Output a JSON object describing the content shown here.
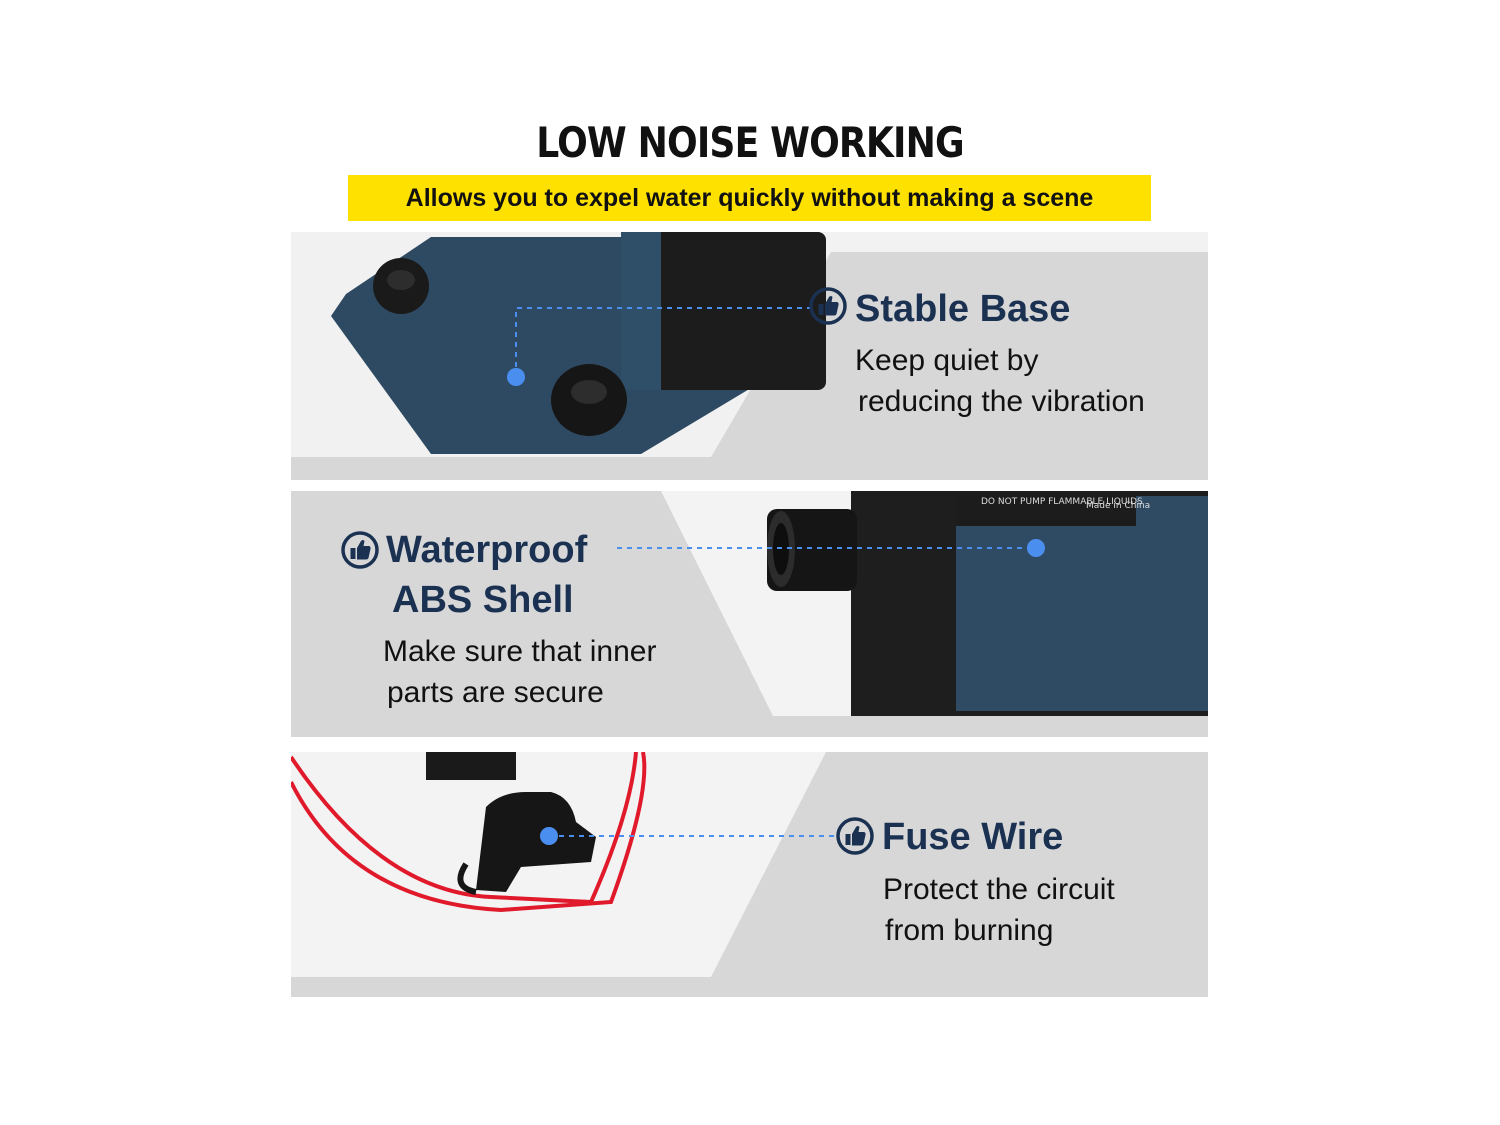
{
  "header": {
    "title": "LOW NOISE WORKING",
    "subtitle": "Allows you to expel water quickly without making a scene"
  },
  "features": [
    {
      "title_line1": "Stable Base",
      "title_line2": "",
      "desc_line1": "Keep quiet by",
      "desc_line2": "reducing the vibration",
      "icon": "thumbs-up-icon"
    },
    {
      "title_line1": "Waterproof",
      "title_line2": "ABS Shell",
      "desc_line1": "Make sure that inner",
      "desc_line2": "parts are secure",
      "icon": "thumbs-up-icon"
    },
    {
      "title_line1": "Fuse Wire",
      "title_line2": "",
      "desc_line1": "Protect the circuit",
      "desc_line2": "from burning",
      "icon": "thumbs-up-icon"
    }
  ],
  "pump_label": {
    "warning": "DO NOT PUMP FLAMMABLE LIQUIDS",
    "origin": "Made in China"
  },
  "colors": {
    "banner": "#ffe100",
    "accent": "#1b3152",
    "dot": "#4a8ff0",
    "wire": "#e0192b"
  }
}
